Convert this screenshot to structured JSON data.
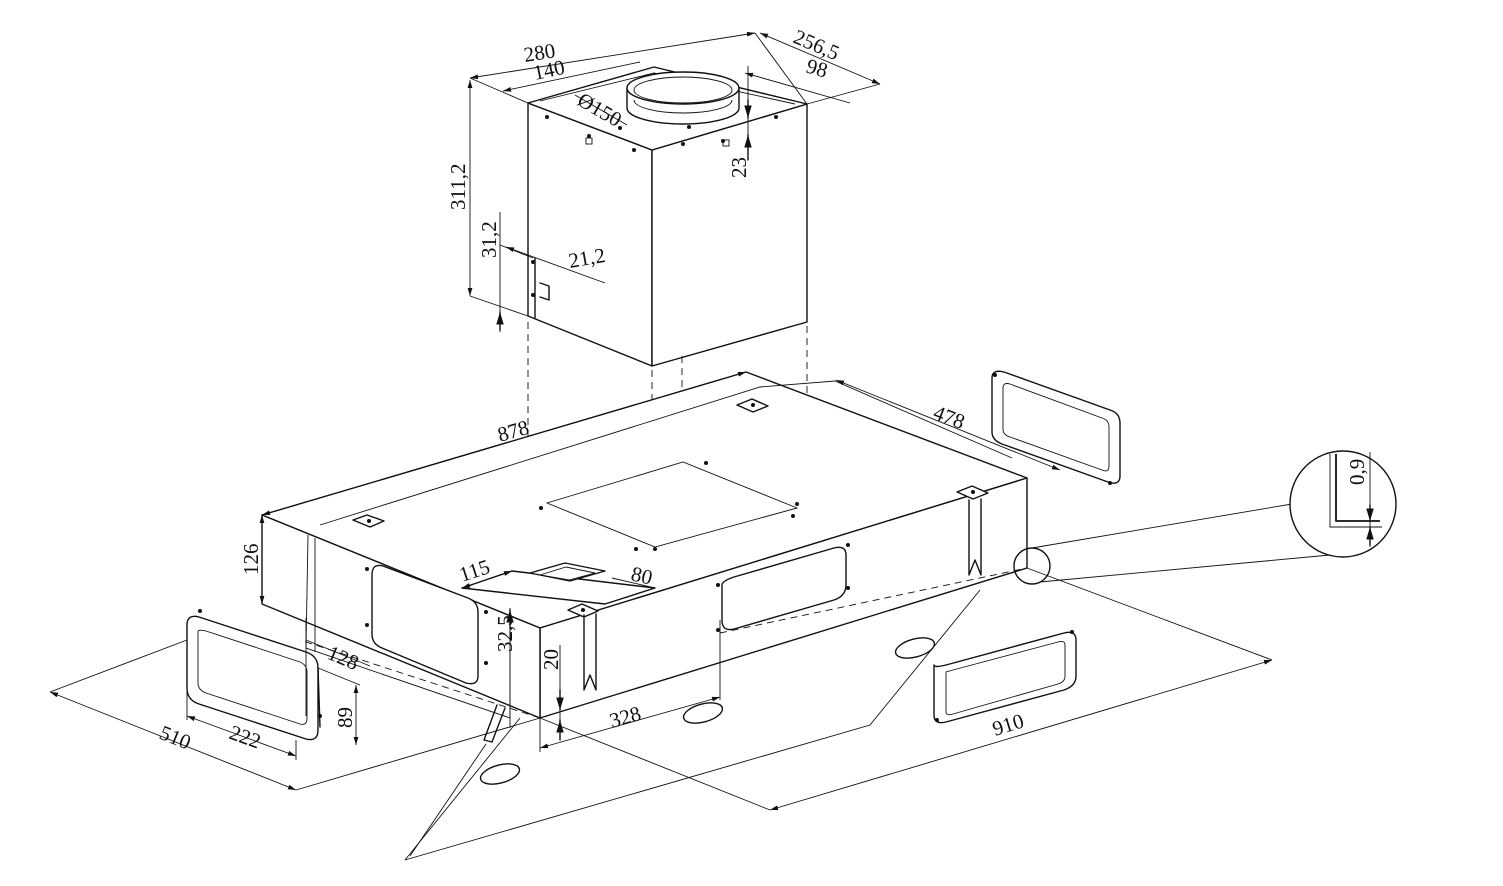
{
  "dimensions": {
    "d280": "280",
    "d140": "140",
    "d256_5": "256,5",
    "d98": "98",
    "d150": "Ø150",
    "d23": "23",
    "d311_2": "311,2",
    "d31_2": "31,2",
    "d21_2": "21,2",
    "d878": "878",
    "d478": "478",
    "d126": "126",
    "d115": "115",
    "d80": "80",
    "d128": "128",
    "d32_5": "32,5",
    "d20": "20",
    "d89": "89",
    "d510": "510",
    "d222": "222",
    "d328": "328",
    "d910": "910",
    "d0_9": "0,9"
  }
}
